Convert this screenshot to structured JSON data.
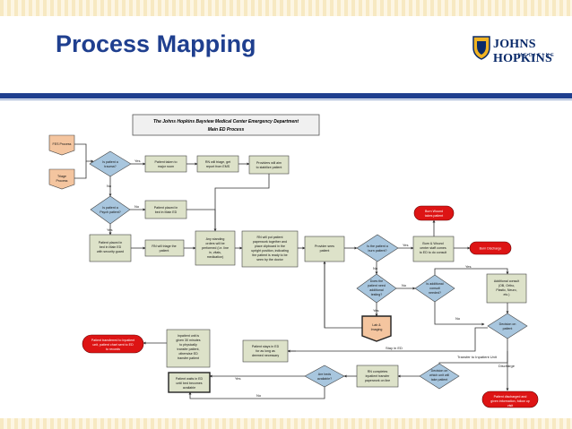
{
  "slide": {
    "title": "Process Mapping"
  },
  "logo": {
    "name": "JOHNS HOPKINS",
    "sub": "MEDICINE",
    "icon": "shield-logo-icon"
  },
  "flowchart": {
    "title_line1": "The Johns Hopkins Bayview Medical Center Emergency Department",
    "title_line2": "Main ED Process",
    "nodes": {
      "fes_process": "FES Process",
      "triage_process": [
        "Triage",
        "Process"
      ],
      "is_trauma": [
        "Is patient a",
        "trauma?"
      ],
      "taken_major": [
        "Patient taken to",
        "major room"
      ],
      "rn_triage_ems": [
        "RN will triage, get",
        "report from EMS"
      ],
      "providers_stabilize": [
        "Providers will aim",
        "to stabilize patient"
      ],
      "is_psych": [
        "Is patient a",
        "Psych patient?"
      ],
      "placed_bed": [
        "Patient placed in",
        "bed in Main ED"
      ],
      "psych_bed_guard": [
        "Patient placed in",
        "bed in Main ED",
        "with security guard"
      ],
      "rn_triage": [
        "RN will triage the",
        "patient"
      ],
      "standing_orders": [
        "Any standing",
        "orders will be",
        "performed (i.e. line",
        "in, vitals,",
        "medication)"
      ],
      "rn_paperwork": [
        "RN will put patient",
        "paperwork together and",
        "place clipboard in the",
        "upright position, indicating",
        "the patient is ready to be",
        "seen by the doctor"
      ],
      "provider_sees": [
        "Provider sees",
        "patient"
      ],
      "is_burn": [
        "Is the patient a",
        "burn patient?"
      ],
      "burn_wound_staff": [
        "Burn & Wound",
        "center staff comes",
        "to ED to do consult"
      ],
      "burn_red_top": [
        "Burn Wound",
        "takes patient"
      ],
      "burn_red_right": "Burn Discharge",
      "need_testing": [
        "Does the",
        "patient need",
        "additional",
        "testing?"
      ],
      "additional_consult_q": [
        "Is additional",
        "consult",
        "needed?"
      ],
      "additional_consult": [
        "Additional consult",
        "(OB, Ortho,",
        "Plastic, Neuro,",
        "etc.)"
      ],
      "lab_imaging": [
        "Lab &",
        "Imaging"
      ],
      "decision_patient": [
        "Decision on",
        "patient"
      ],
      "inpatient_30": [
        "Inpatient unit is",
        "given 30 minutes",
        "to physically",
        "transfer patient,",
        "otherwise ED",
        "transfer patient"
      ],
      "transfer_red": [
        "Patient transferred to Inpatient",
        "unit, patient chart sent to ED",
        "to records"
      ],
      "stays_ed": [
        "Patient stays in ED",
        "for as long as",
        "deemed necessary"
      ],
      "waits_ed": [
        "Patient waits in ED",
        "until bed becomes",
        "available"
      ],
      "beds_available": [
        "Are beds",
        "available?"
      ],
      "rn_completes": [
        "RN completes",
        "inpatient transfer",
        "paperwork on line"
      ],
      "decision_unit": [
        "Decision on",
        "which unit will",
        "take patient"
      ],
      "discharge_red": [
        "Patient discharged and",
        "given information, follow up",
        "visit"
      ]
    },
    "labels": {
      "yes": "Yes",
      "no": "No",
      "stay_in_ed": "Stay in ED",
      "transfer_inpatient": "Transfer to Inpatient Unit",
      "discharge": "Discharge"
    },
    "colors": {
      "process": "#dde2c9",
      "start": "#f4c59f",
      "decision": "#a8c6de",
      "terminal": "#dd1414",
      "line": "#333333"
    }
  }
}
